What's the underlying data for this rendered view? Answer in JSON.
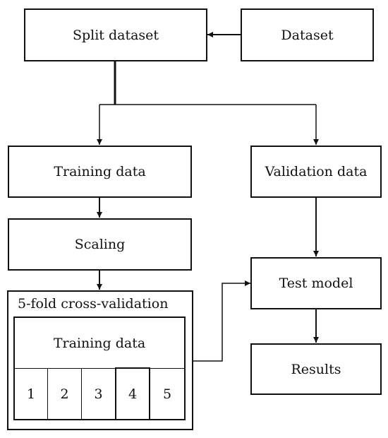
{
  "nodes": {
    "split_dataset": "Split dataset",
    "dataset": "Dataset",
    "training_data": "Training data",
    "validation_data": "Validation data",
    "scaling": "Scaling",
    "test_model": "Test model",
    "results": "Results"
  },
  "cross_validation": {
    "title": "5-fold cross-validation",
    "training_label": "Training data",
    "folds": [
      "1",
      "2",
      "3",
      "4",
      "5"
    ]
  }
}
